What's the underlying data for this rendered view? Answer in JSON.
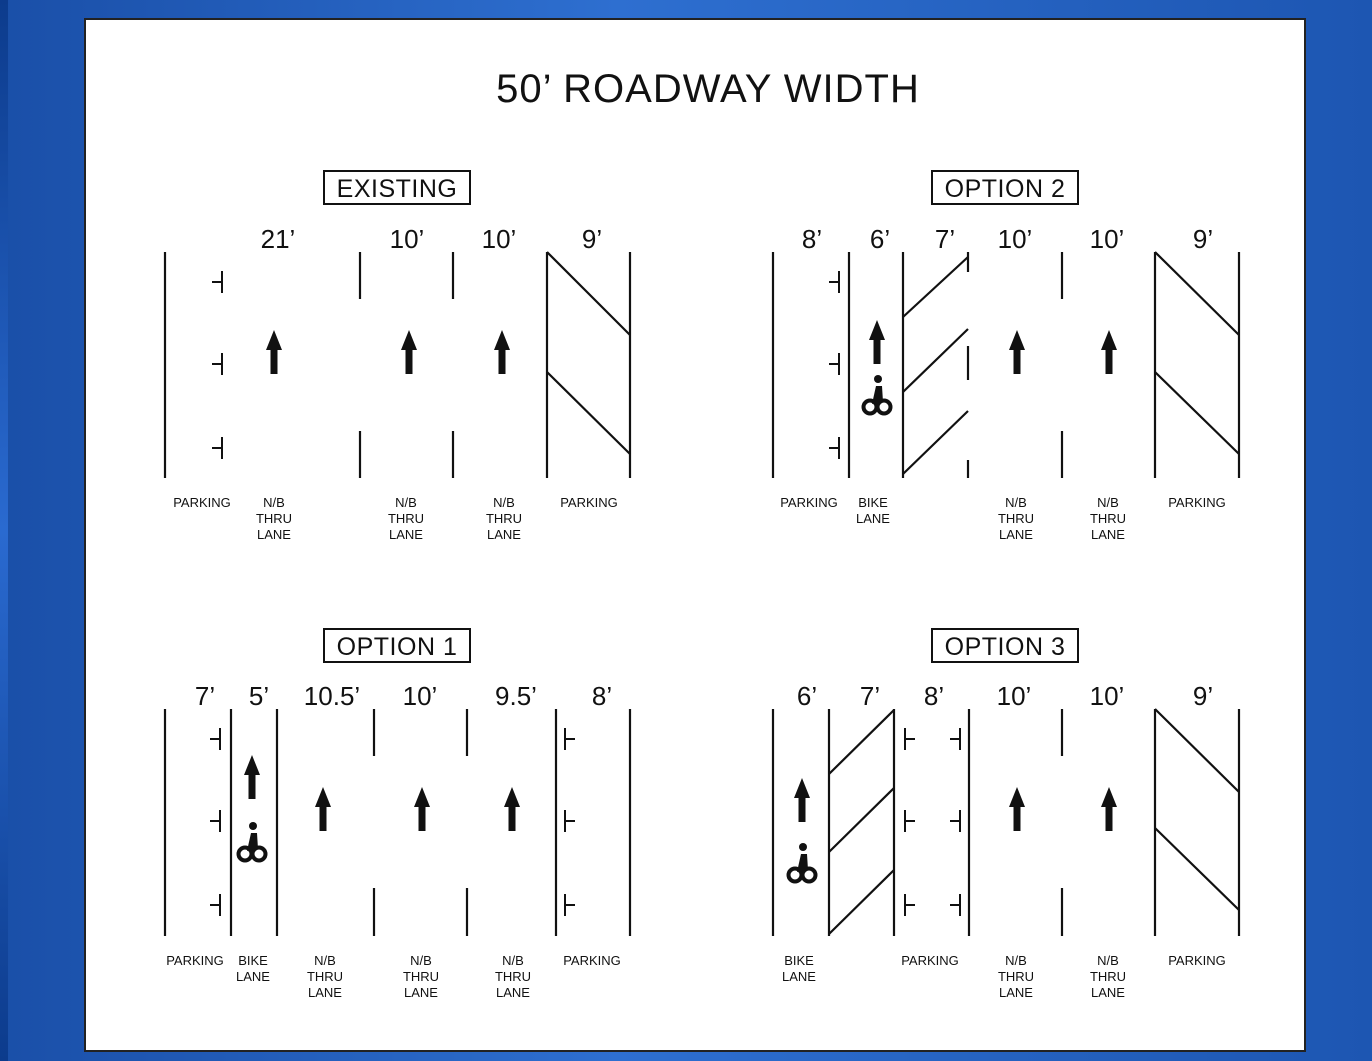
{
  "title": "50’ ROADWAY WIDTH",
  "icons": {
    "arrow": "arrow-up-icon",
    "bike": "bicycle-icon",
    "parking_tick": "parking-tick-icon"
  },
  "panels": [
    {
      "id": "existing",
      "title": "EXISTING",
      "dims": [
        "21’",
        "10’",
        "10’",
        "9’"
      ],
      "labels": [
        [
          "PARKING"
        ],
        [
          "N/B",
          "THRU",
          "LANE"
        ],
        [
          "N/B",
          "THRU",
          "LANE"
        ],
        [
          "N/B",
          "THRU",
          "LANE"
        ],
        [
          "PARKING"
        ]
      ]
    },
    {
      "id": "option-1",
      "title": "OPTION 1",
      "dims": [
        "7’",
        "5’",
        "10.5’",
        "10’",
        "9.5’",
        "8’"
      ],
      "labels": [
        [
          "PARKING"
        ],
        [
          "BIKE",
          "LANE"
        ],
        [
          "N/B",
          "THRU",
          "LANE"
        ],
        [
          "N/B",
          "THRU",
          "LANE"
        ],
        [
          "N/B",
          "THRU",
          "LANE"
        ],
        [
          "PARKING"
        ]
      ]
    },
    {
      "id": "option-2",
      "title": "OPTION 2",
      "dims": [
        "8’",
        "6’",
        "7’",
        "10’",
        "10’",
        "9’"
      ],
      "labels": [
        [
          "PARKING"
        ],
        [
          "BIKE",
          "LANE"
        ],
        [
          "N/B",
          "THRU",
          "LANE"
        ],
        [
          "N/B",
          "THRU",
          "LANE"
        ],
        [
          "PARKING"
        ]
      ]
    },
    {
      "id": "option-3",
      "title": "OPTION 3",
      "dims": [
        "6’",
        "7’",
        "8’",
        "10’",
        "10’",
        "9’"
      ],
      "labels": [
        [
          "BIKE",
          "LANE"
        ],
        [
          "PARKING"
        ],
        [
          "N/B",
          "THRU",
          "LANE"
        ],
        [
          "N/B",
          "THRU",
          "LANE"
        ],
        [
          "PARKING"
        ]
      ]
    }
  ]
}
